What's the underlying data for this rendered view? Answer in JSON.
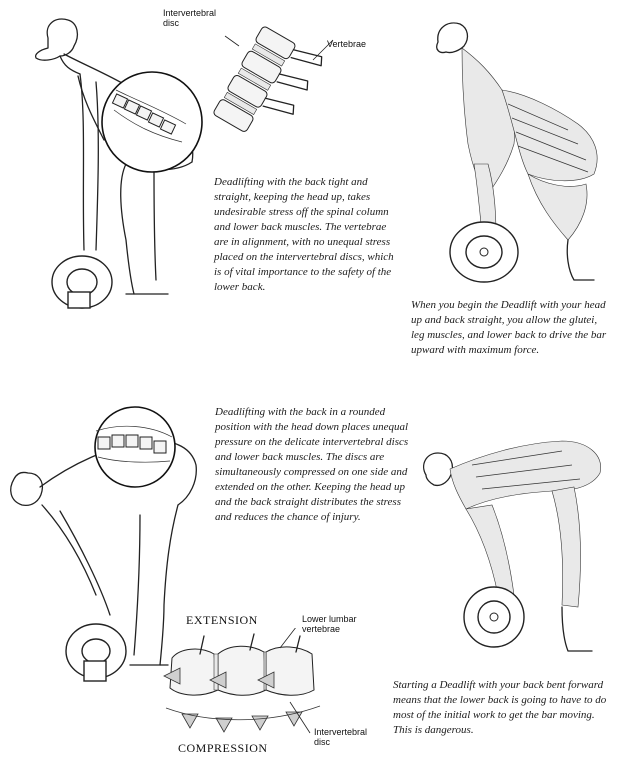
{
  "top": {
    "labels": {
      "intervertebral_disc": "Intervertebral disc",
      "vertebrae": "Vertebrae"
    },
    "caption_straight_back": "Deadlifting with the back tight and straight, keeping the head up, takes undesirable stress off the spinal column and lower back muscles. The vertebrae are in alignment, with no unequal stress placed on the intervertebral discs, which is of vital importance to the safety of the lower back.",
    "caption_head_up": "When you begin the Deadlift with your head up and back straight, you allow the glutei, leg muscles, and lower back to drive the bar upward with maximum force."
  },
  "bottom": {
    "caption_rounded_back": "Deadlifting with the back in a rounded position with the head down places unequal pressure on the delicate intervertebral discs and lower back muscles. The discs are simultaneously compressed on one side and extended on the other. Keeping the head up and the back straight distributes the stress and reduces the chance of injury.",
    "labels": {
      "extension": "EXTENSION",
      "compression": "COMPRESSION",
      "lower_lumbar_vertebrae": "Lower lumbar vertebrae",
      "intervertebral_disc": "Intervertebral disc"
    },
    "caption_bent_forward": "Starting a Deadlift with your back bent forward means that the lower back is going to have to do most of the initial work to get the bar moving. This is dangerous."
  }
}
